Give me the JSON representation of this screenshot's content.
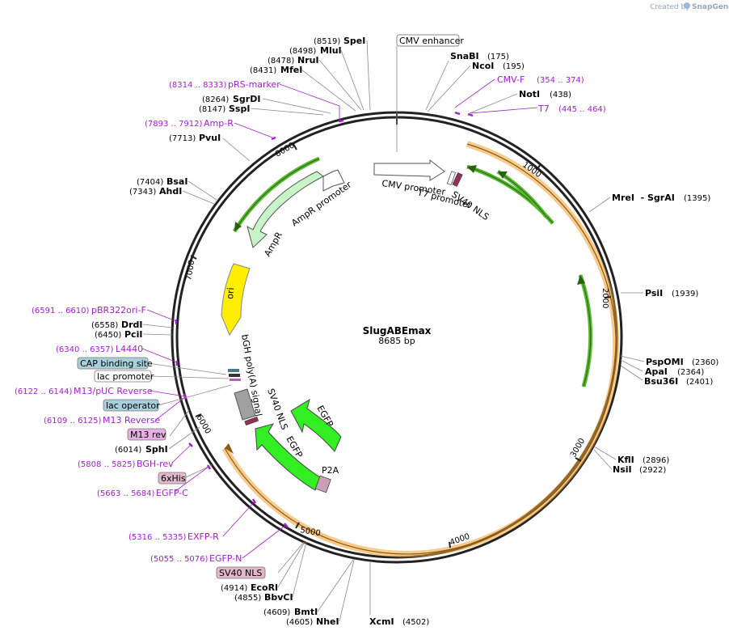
{
  "credit": {
    "text": "Created by",
    "brand": "SnapGene"
  },
  "plasmid": {
    "name": "SlugABEmax",
    "size": "8685 bp"
  },
  "ticks": [
    "1000",
    "2000",
    "3000",
    "4000",
    "5000",
    "6000",
    "7000",
    "8000"
  ],
  "right_sites": [
    {
      "pos": "(175)",
      "name": "SnaBI"
    },
    {
      "pos": "(195)",
      "name": "NcoI"
    },
    {
      "pos": "(438)",
      "name": "NotI"
    },
    {
      "pos": "(1395)",
      "name": "MreI  - SgrAI"
    },
    {
      "pos": "(1939)",
      "name": "PsiI"
    },
    {
      "pos": "(2360)",
      "name": "PspOMI"
    },
    {
      "pos": "(2364)",
      "name": "ApaI"
    },
    {
      "pos": "(2401)",
      "name": "Bsu36I"
    },
    {
      "pos": "(2896)",
      "name": "KflI"
    },
    {
      "pos": "(2922)",
      "name": "NsiI"
    },
    {
      "pos": "(4502)",
      "name": "XcmI"
    }
  ],
  "right_primers": [
    {
      "name": "CMV-F",
      "range": "(354 .. 374)"
    },
    {
      "name": "T7",
      "range": "(445 .. 464)"
    }
  ],
  "left_sites": [
    {
      "pos": "(8519)",
      "name": "SpeI"
    },
    {
      "pos": "(8498)",
      "name": "MluI"
    },
    {
      "pos": "(8478)",
      "name": "NruI"
    },
    {
      "pos": "(8431)",
      "name": "MfeI"
    },
    {
      "pos": "(8264)",
      "name": "SgrDI"
    },
    {
      "pos": "(8147)",
      "name": "SspI"
    },
    {
      "pos": "(7713)",
      "name": "PvuI"
    },
    {
      "pos": "(7404)",
      "name": "BsaI"
    },
    {
      "pos": "(7343)",
      "name": "AhdI"
    },
    {
      "pos": "(6558)",
      "name": "DrdI"
    },
    {
      "pos": "(6450)",
      "name": "PciI"
    },
    {
      "pos": "(6014)",
      "name": "SphI"
    },
    {
      "pos": "(4914)",
      "name": "EcoRI"
    },
    {
      "pos": "(4855)",
      "name": "BbvCI"
    },
    {
      "pos": "(4609)",
      "name": "BmtI"
    },
    {
      "pos": "(4605)",
      "name": "NheI"
    }
  ],
  "left_primers": [
    {
      "range": "(8314 .. 8333)",
      "name": "pRS-marker"
    },
    {
      "range": "(7893 .. 7912)",
      "name": "Amp-R"
    },
    {
      "range": "(6591 .. 6610)",
      "name": "pBR322ori-F"
    },
    {
      "range": "(6340 .. 6357)",
      "name": "L4440"
    },
    {
      "range": "(6122 .. 6144)",
      "name": "M13/pUC Reverse"
    },
    {
      "range": "(6109 .. 6125)",
      "name": "M13 Reverse"
    },
    {
      "range": "(5808 .. 5825)",
      "name": "BGH-rev"
    },
    {
      "range": "(5663 .. 5684)",
      "name": "EGFP-C"
    },
    {
      "range": "(5316 .. 5335)",
      "name": "EXFP-R"
    },
    {
      "range": "(5055 .. 5076)",
      "name": "EGFP-N"
    }
  ],
  "boxed_features": [
    {
      "name": "CMV enhancer"
    },
    {
      "name": "CAP binding site"
    },
    {
      "name": "lac promoter"
    },
    {
      "name": "lac operator"
    },
    {
      "name": "M13 rev"
    },
    {
      "name": "6xHis"
    },
    {
      "name": "SV40 NLS"
    }
  ],
  "inner_features": [
    {
      "name": "CMV promoter"
    },
    {
      "name": "T7 promoter"
    },
    {
      "name": "SV40 NLS"
    },
    {
      "name": "AmpR promoter"
    },
    {
      "name": "AmpR"
    },
    {
      "name": "ori"
    },
    {
      "name": "bGH poly(A) signal"
    },
    {
      "name": "SV40 NLS"
    },
    {
      "name": "EGFP"
    },
    {
      "name": "EGFP"
    },
    {
      "name": "P2A"
    }
  ],
  "colors": {
    "backbone": "#222222",
    "primer": "#a020c8",
    "cds_orange": "#f0a030",
    "green_arrow": "#58b830",
    "egfp": "#33ee22",
    "ampr": "#c8f5c8",
    "ori": "#ffee00",
    "lac_box": "#a8d0dc",
    "m13_box": "#e6b0e6",
    "his_box": "#e0b8c8"
  }
}
